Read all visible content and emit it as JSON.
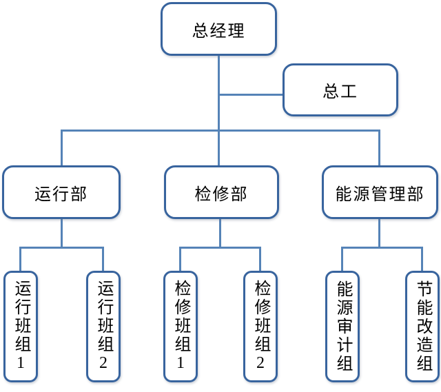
{
  "diagram": {
    "type": "org-chart",
    "root": {
      "label": "总经理"
    },
    "advisor": {
      "label": "总工"
    },
    "departments": [
      {
        "label": "运行部",
        "teams": [
          {
            "label": "运行班组1"
          },
          {
            "label": "运行班组2"
          }
        ]
      },
      {
        "label": "检修部",
        "teams": [
          {
            "label": "检修班组1"
          },
          {
            "label": "检修班组2"
          }
        ]
      },
      {
        "label": "能源管理部",
        "teams": [
          {
            "label": "能源审计组"
          },
          {
            "label": "节能改造组"
          }
        ]
      }
    ]
  },
  "colors": {
    "box_border": "#38649e",
    "box_fill": "#ffffff",
    "connector": "#5583b7",
    "text": "#000000",
    "background": "#ffffff"
  }
}
